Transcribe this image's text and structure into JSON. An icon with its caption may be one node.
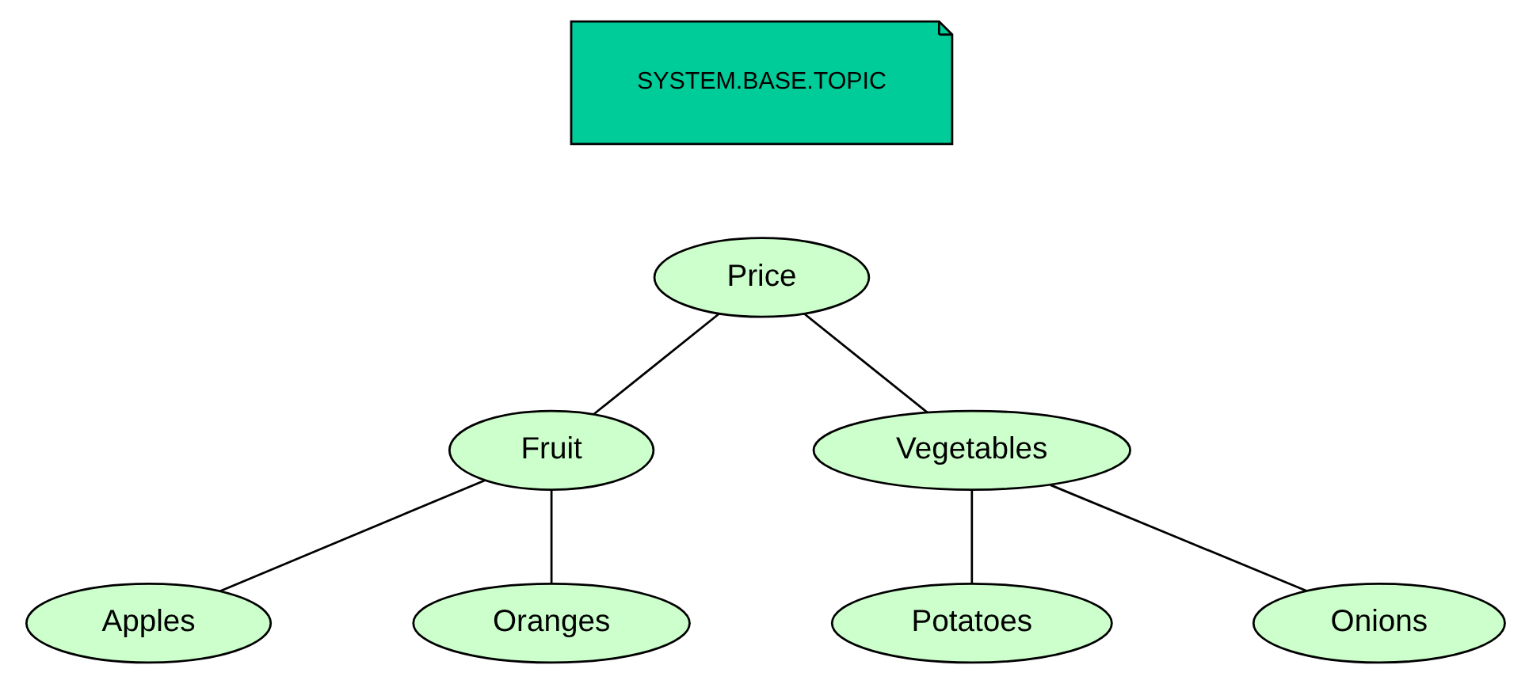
{
  "diagram": {
    "nodes": [
      {
        "text": [
          "SYSTEM.BASE.TOPIC"
        ]
      },
      {
        "text": [
          "Price"
        ]
      },
      {
        "text": [
          "Fruit"
        ]
      },
      {
        "text": [
          "Vegetables"
        ]
      },
      {
        "text": [
          "Apples"
        ]
      },
      {
        "text": [
          "Oranges"
        ]
      },
      {
        "text": [
          "Potatoes"
        ]
      },
      {
        "text": [
          "Onions"
        ]
      }
    ],
    "edges": [
      {
        "from": 1,
        "to": 2,
        "arrow": "none"
      },
      {
        "from": 1,
        "to": 3,
        "arrow": "none"
      },
      {
        "from": 2,
        "to": 4,
        "arrow": "none"
      },
      {
        "from": 2,
        "to": 5,
        "arrow": "none"
      },
      {
        "from": 3,
        "to": 6,
        "arrow": "none"
      },
      {
        "from": 3,
        "to": 7,
        "arrow": "none"
      }
    ]
  }
}
